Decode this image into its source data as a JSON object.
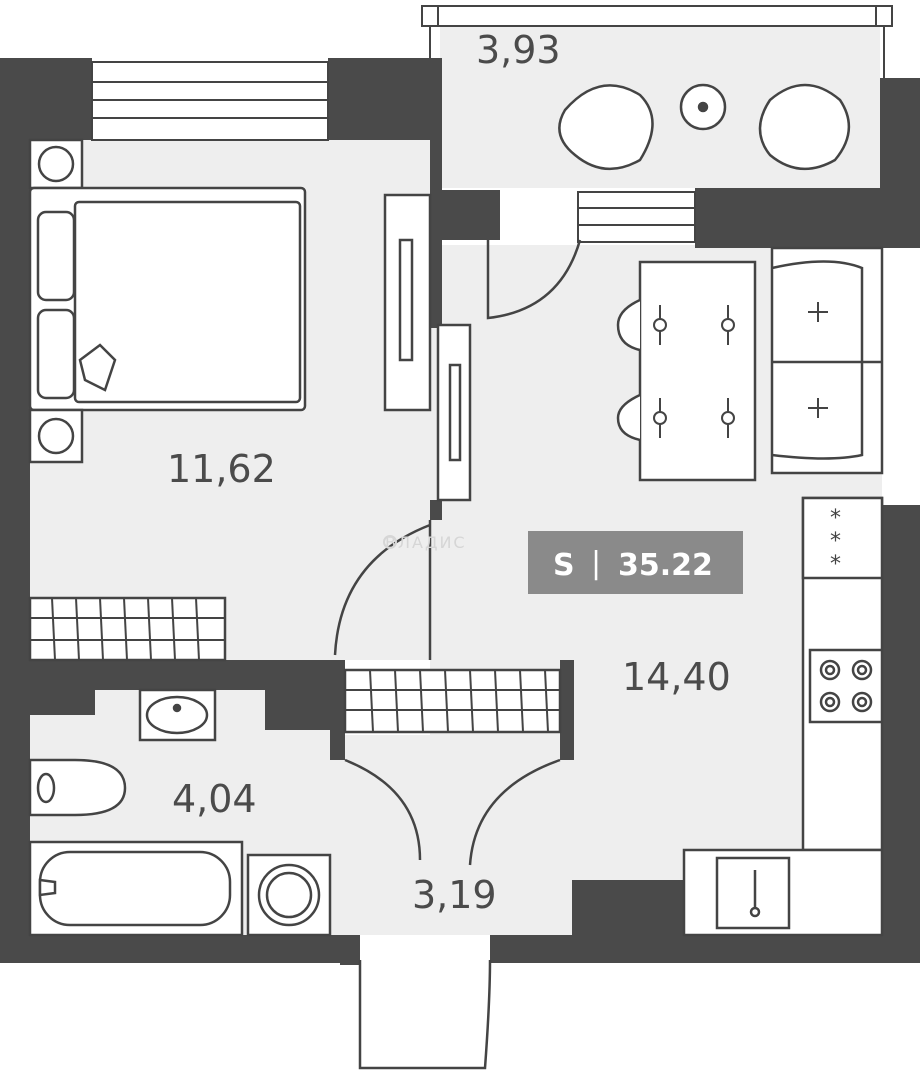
{
  "plan": {
    "watermark": "ВЛАДИС",
    "rooms": [
      {
        "id": "balcony",
        "area": "3,93"
      },
      {
        "id": "bedroom",
        "area": "11,62"
      },
      {
        "id": "kitchen-living",
        "area": "14,40"
      },
      {
        "id": "bathroom",
        "area": "4,04"
      },
      {
        "id": "hallway",
        "area": "3,19"
      }
    ],
    "total": {
      "prefix": "S",
      "separator": "|",
      "value": "35.22"
    }
  },
  "colors": {
    "wall": "#4a4a4a",
    "floor": "#eeeeee",
    "badge": "#8a8a8a",
    "text": "#4b4b4b",
    "line": "#444444"
  }
}
